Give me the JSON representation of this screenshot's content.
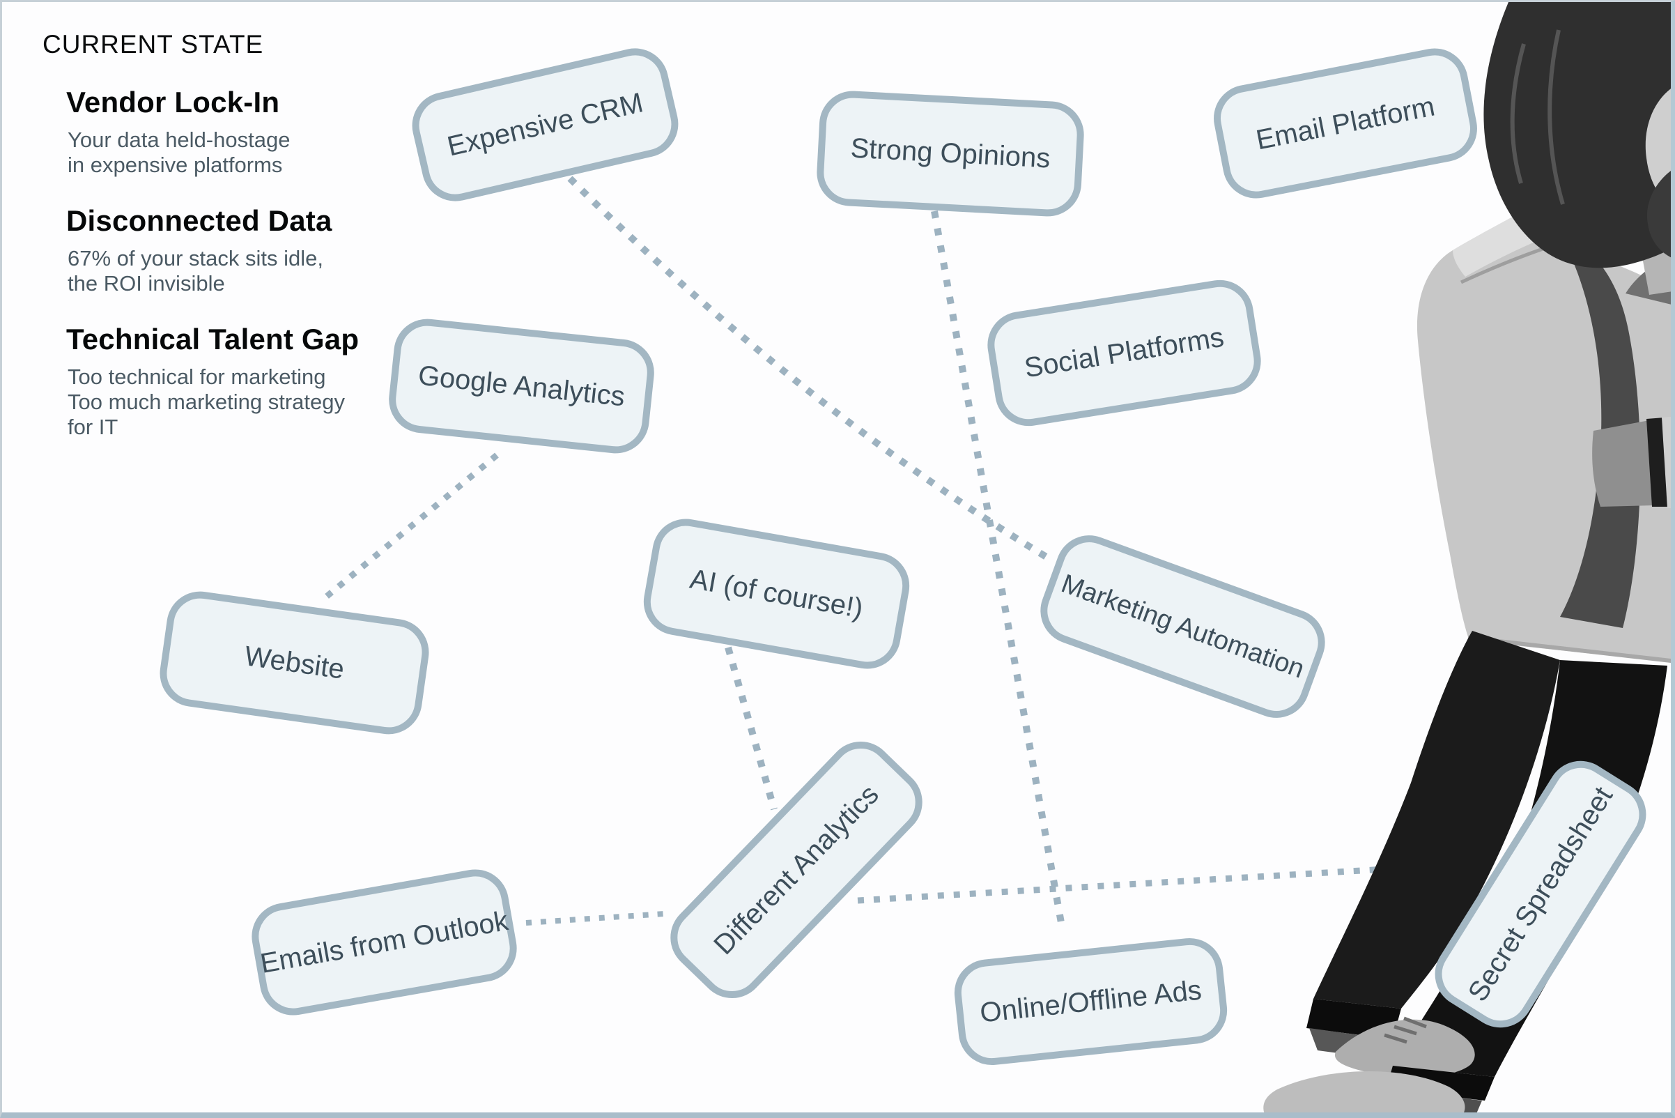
{
  "page": {
    "title": "CURRENT STATE"
  },
  "pain_points": [
    {
      "heading": "Vendor Lock-In",
      "body": "Your data held-hostage\nin expensive platforms"
    },
    {
      "heading": "Disconnected Data",
      "body": "67% of your stack sits idle,\nthe ROI invisible"
    },
    {
      "heading": "Technical Talent Gap",
      "body": "Too technical for marketing\nToo much marketing strategy\nfor IT"
    }
  ],
  "nodes": [
    {
      "id": "expensive-crm",
      "label": "Expensive CRM"
    },
    {
      "id": "strong-opinions",
      "label": "Strong Opinions"
    },
    {
      "id": "email-platform",
      "label": "Email Platform"
    },
    {
      "id": "social-platforms",
      "label": "Social Platforms"
    },
    {
      "id": "google-analytics",
      "label": "Google Analytics"
    },
    {
      "id": "ai-of-course",
      "label": "AI (of course!)"
    },
    {
      "id": "marketing-automation",
      "label": "Marketing Automation"
    },
    {
      "id": "website",
      "label": "Website"
    },
    {
      "id": "different-analytics",
      "label": "Different Analytics"
    },
    {
      "id": "emails-from-outlook",
      "label": "Emails from Outlook"
    },
    {
      "id": "online-offline-ads",
      "label": "Online/Offline Ads"
    },
    {
      "id": "secret-spreadsheet",
      "label": "Secret Spreadsheet"
    }
  ],
  "connections": [
    {
      "from": "expensive-crm",
      "to": "marketing-automation"
    },
    {
      "from": "strong-opinions",
      "to": "online-offline-ads"
    },
    {
      "from": "google-analytics",
      "to": "website"
    },
    {
      "from": "ai-of-course",
      "to": "different-analytics"
    },
    {
      "from": "emails-from-outlook",
      "to": "different-analytics"
    },
    {
      "from": "different-analytics",
      "to": "secret-spreadsheet"
    }
  ],
  "person": {
    "alt": "grayscale cutout of a man in a sweatshirt looking down, phone in hand"
  },
  "colors": {
    "card_fill": "#edf3f6",
    "card_border": "#a3b7c3",
    "card_text": "#3d4e5a",
    "connector": "#9db2c0",
    "heading_text": "#060809",
    "body_text": "#4b5a64",
    "canvas_border": "#b4c8d3"
  }
}
